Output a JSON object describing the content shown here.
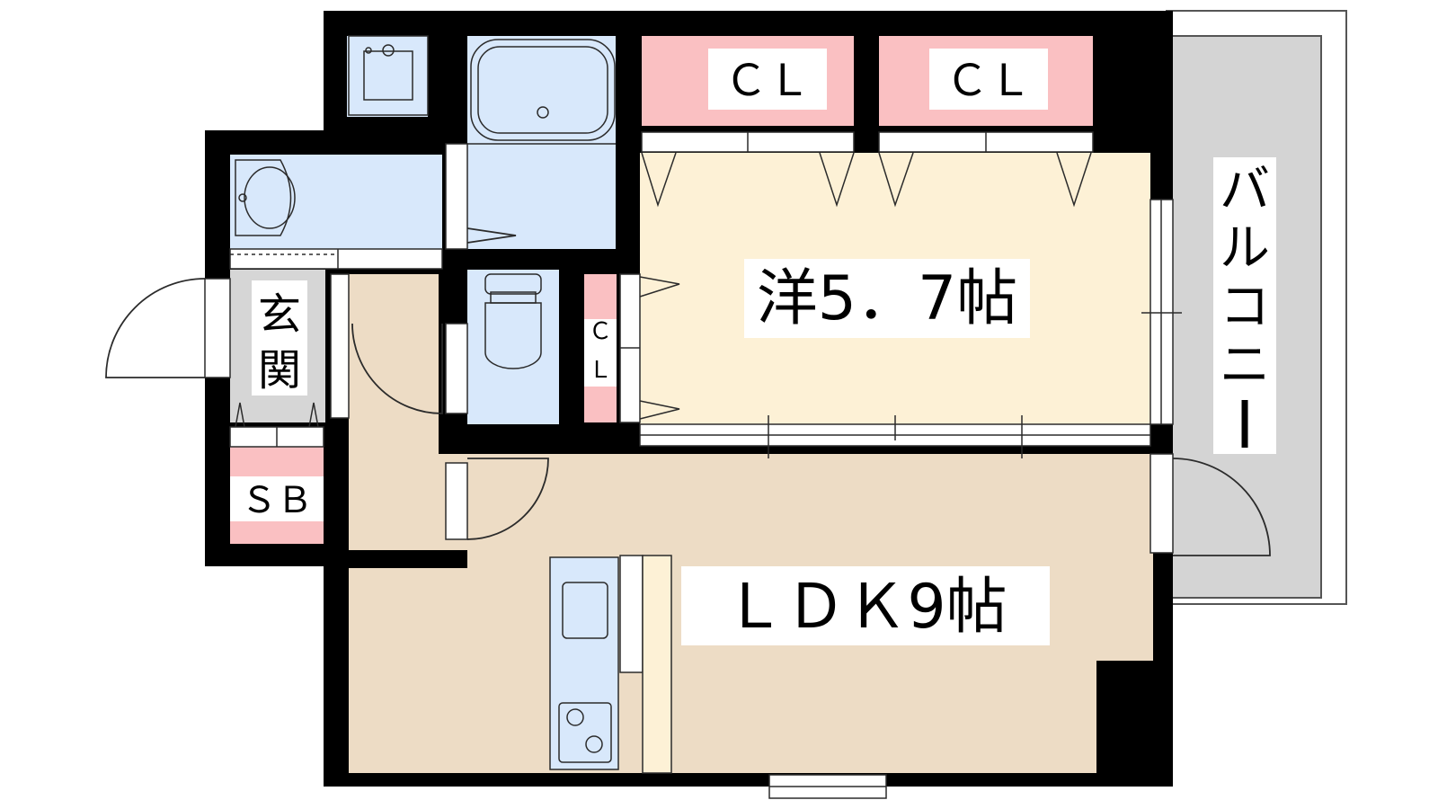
{
  "colors": {
    "wall": "#000000",
    "floor_western": "#fdf1d6",
    "floor_ldk": "#eddcc5",
    "floor_wet": "#d8e8fb",
    "floor_entrance": "#d6d6d6",
    "closet": "#fac0c2",
    "balcony": "#d4d4d4",
    "fixture_stroke": "#2b2b2b"
  },
  "rooms": {
    "western": {
      "label": "洋5．7帖"
    },
    "ldk": {
      "label": "ＬＤＫ9帖"
    },
    "closet_1": {
      "label": "ＣＬ"
    },
    "closet_2": {
      "label": "ＣＬ"
    },
    "closet_3": {
      "label": "ＣＬ"
    },
    "shoe_box": {
      "label": "ＳＢ"
    },
    "entrance": {
      "label": "玄関"
    },
    "balcony": {
      "label": "バルコニー"
    }
  },
  "fixtures": [
    "washing-machine-pan-icon",
    "bathtub-icon",
    "washbasin-icon",
    "toilet-icon",
    "kitchen-sink-icon",
    "gas-stove-icon"
  ]
}
